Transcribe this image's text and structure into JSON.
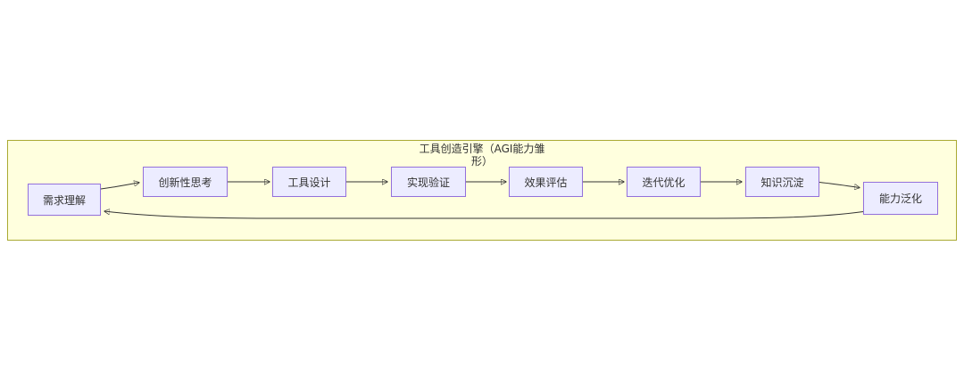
{
  "diagram": {
    "type": "flowchart",
    "cluster": {
      "title_full": "工具创造引擎（AGI能力雏形）",
      "title_lines": [
        "工具创造引擎（AGI能力雏",
        "形）"
      ],
      "fill_color": "#ffffde",
      "border_color": "#aaaa33"
    },
    "node_style": {
      "fill_color": "#ececff",
      "border_color": "#9370db",
      "text_color": "#333333"
    },
    "edge_color": "#333333",
    "nodes": [
      {
        "id": "requirement-understanding",
        "label": "需求理解"
      },
      {
        "id": "innovative-thinking",
        "label": "创新性思考"
      },
      {
        "id": "tool-design",
        "label": "工具设计"
      },
      {
        "id": "implementation-verification",
        "label": "实现验证"
      },
      {
        "id": "effect-evaluation",
        "label": "效果评估"
      },
      {
        "id": "iterative-optimization",
        "label": "迭代优化"
      },
      {
        "id": "knowledge-accumulation",
        "label": "知识沉淀"
      },
      {
        "id": "capability-generalization",
        "label": "能力泛化"
      }
    ],
    "edges": [
      {
        "from": "需求理解",
        "to": "创新性思考"
      },
      {
        "from": "创新性思考",
        "to": "工具设计"
      },
      {
        "from": "工具设计",
        "to": "实现验证"
      },
      {
        "from": "实现验证",
        "to": "效果评估"
      },
      {
        "from": "效果评估",
        "to": "迭代优化"
      },
      {
        "from": "迭代优化",
        "to": "知识沉淀"
      },
      {
        "from": "知识沉淀",
        "to": "能力泛化"
      },
      {
        "from": "能力泛化",
        "to": "需求理解"
      }
    ]
  }
}
